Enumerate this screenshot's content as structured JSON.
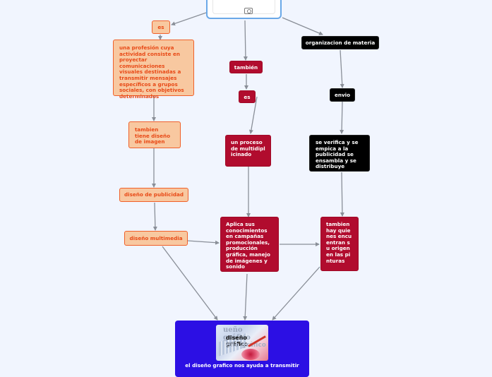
{
  "root": {
    "icon": "camera-icon"
  },
  "left_branch": {
    "link_label": "es",
    "definition": "una profesión cuya actividad consiste en proyectar comunicaciones visuales destinadas a transmitir mensajes específicos a grupos sociales, con objetivos determinados",
    "image_design": "tambien tiene diseño de imagen",
    "advertising_design": "diseño de publicidad",
    "multimedia_design": "diseño multimedia"
  },
  "middle_branch": {
    "link_label": "también",
    "link_label_2": "es",
    "process": "un proceso de multidiplicinado",
    "applies": "Aplica sus conocimientos en campañas promocionales, producción gráfica, manejo de imágenes y sonido"
  },
  "right_branch": {
    "organization": "organizacion de materia",
    "shipping": "envio",
    "verification": "se verifica y se empica a la publicidad se ensambla y se distribuye",
    "origin": "tambien hay quienes encuentran su origen en las pinturas"
  },
  "final_node": {
    "image_alt": "diseño gráfico",
    "image_text_1": "ueño gráfico",
    "image_text_2": "diseño gráfico",
    "image_text_3": "eño gráfico",
    "text": "el diseño grafico nos ayuda a transmitir"
  },
  "colors": {
    "background": "#f1f5fe",
    "orange_fill": "#f8c8a0",
    "orange_border": "#f0602a",
    "orange_text": "#e84a17",
    "red_fill": "#b10c2e",
    "black_fill": "#000000",
    "final_fill": "#2c0fe4",
    "root_border": "#6aa8e8",
    "connector": "#8a8f98"
  }
}
